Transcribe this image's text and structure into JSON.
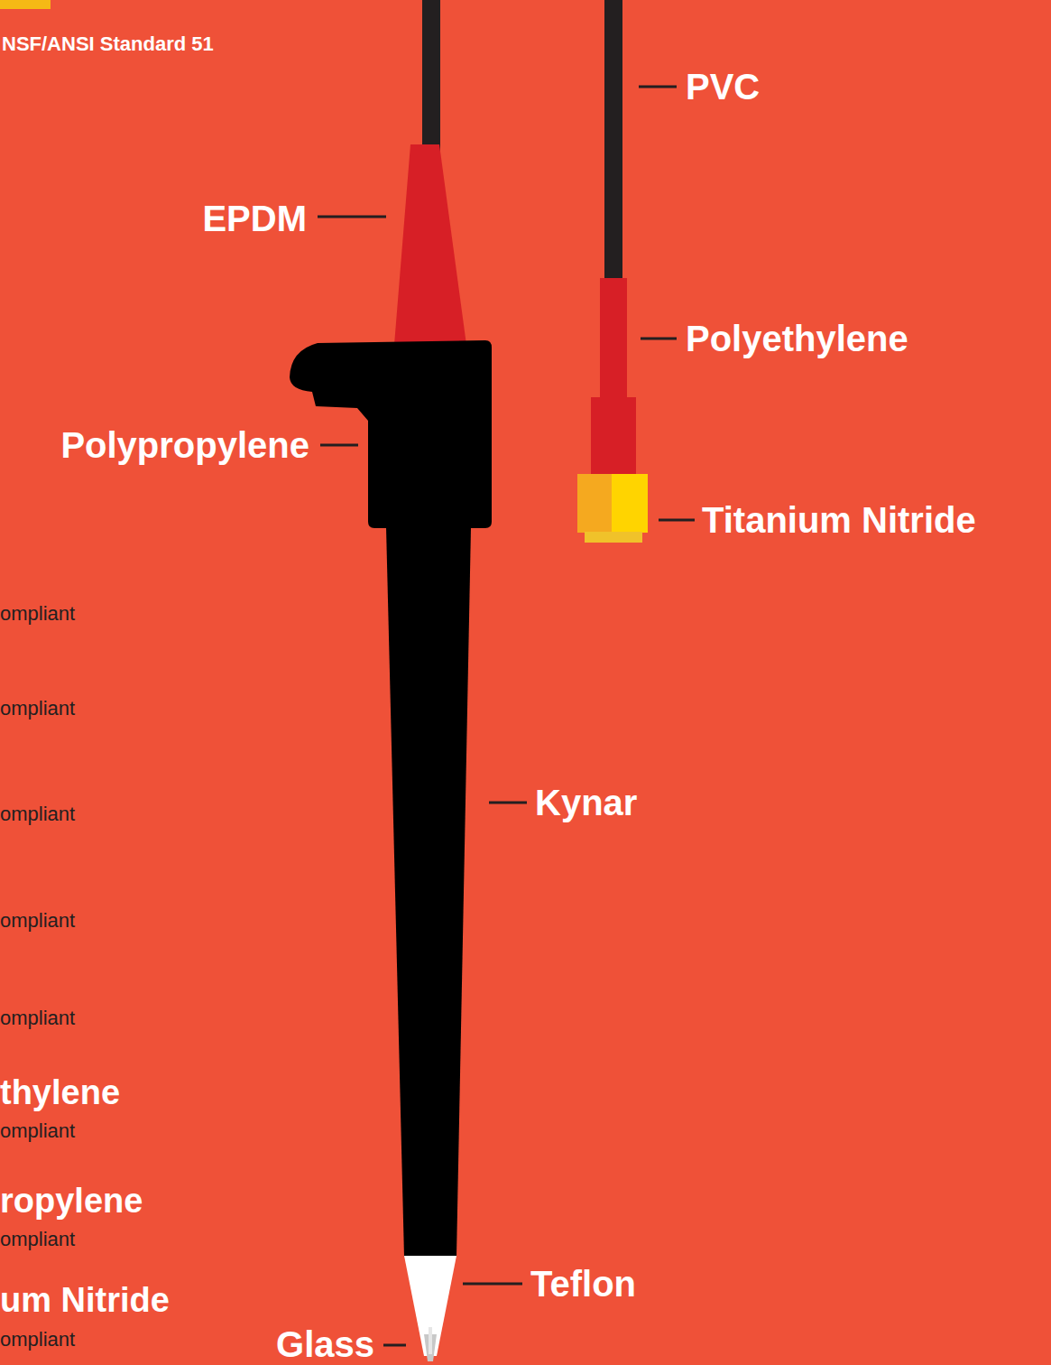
{
  "diagram": {
    "labels": [
      "NSF/ANSI Standard 51",
      "PVC",
      "EPDM",
      "Polyethylene",
      "Polypropylene",
      "Titanium Nitride",
      "ompliant",
      "ompliant",
      "ompliant",
      "Kynar",
      "ompliant",
      "ompliant",
      "thylene",
      "ompliant",
      "ropylene",
      "ompliant",
      "Teflon",
      "um Nitride",
      "ompliant",
      "Glass"
    ]
  }
}
